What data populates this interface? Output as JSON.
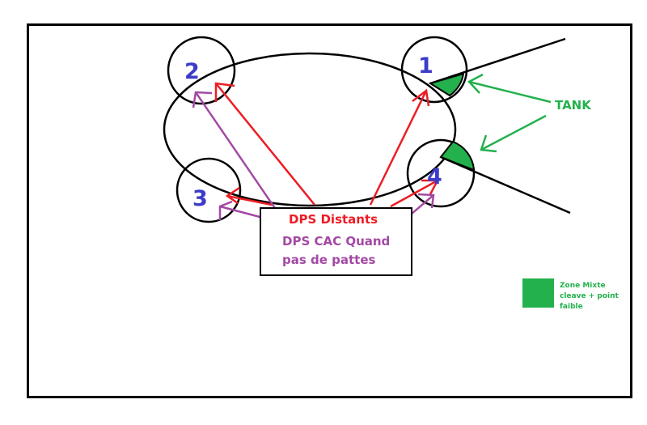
{
  "positions": [
    {
      "label": "1"
    },
    {
      "label": "2"
    },
    {
      "label": "3"
    },
    {
      "label": "4"
    }
  ],
  "box": {
    "line1": "DPS Distants",
    "line2": "DPS CAC Quand",
    "line3": "pas de pattes"
  },
  "tank_label": "TANK",
  "legend": {
    "line1": "Zone Mixte",
    "line2": "cleave + point",
    "line3": "faible"
  },
  "colors": {
    "ranged": "#ed1c24",
    "melee": "#a349a4",
    "tank": "#22b14c",
    "number": "#3c3cc8",
    "outline": "#000000"
  }
}
